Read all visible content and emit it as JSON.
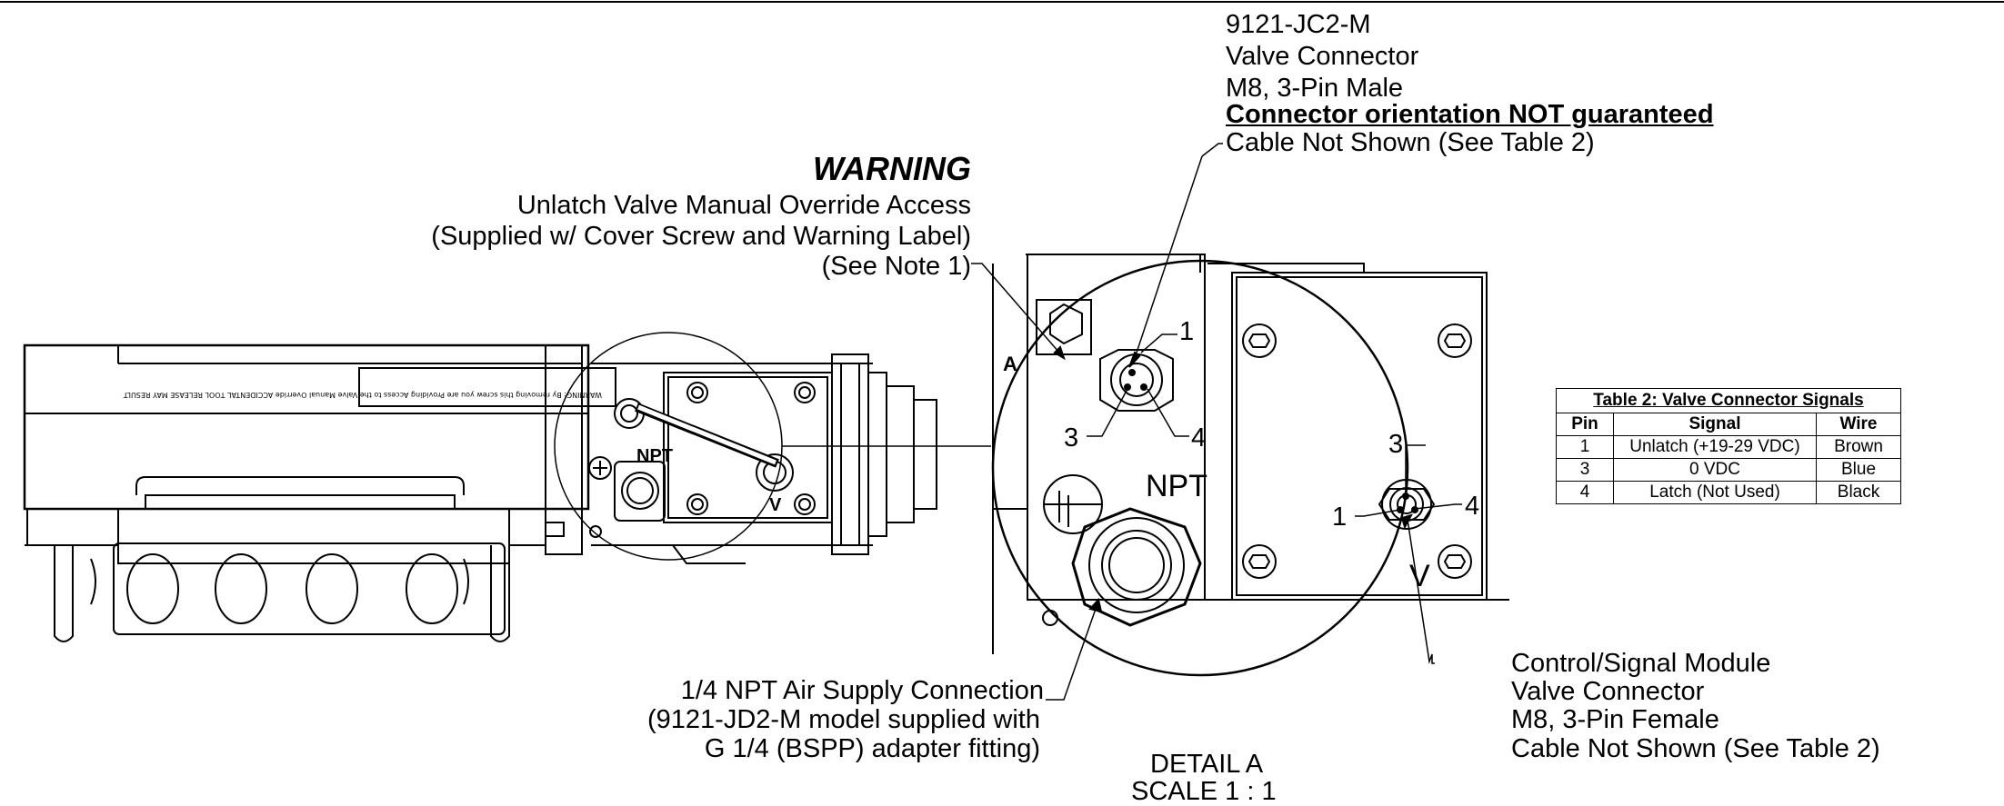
{
  "callouts": {
    "valve_connector": {
      "model": "9121-JC2-M",
      "name": "Valve Connector",
      "spec": "M8, 3-Pin Male",
      "orientation_warning": "Connector orientation NOT guaranteed",
      "cable_note": "Cable Not Shown (See Table 2)"
    },
    "warning": {
      "title": "WARNING",
      "line1": "Unlatch Valve Manual Override Access",
      "line2": "(Supplied w/ Cover Screw and Warning Label)",
      "line3": "(See Note 1)"
    },
    "air_supply": {
      "line1": "1/4 NPT Air Supply Connection",
      "line2": "(9121-JD2-M model supplied with",
      "line3": "G 1/4 (BSPP) adapter fitting)"
    },
    "control_module": {
      "line1": "Control/Signal Module",
      "line2": "Valve Connector",
      "line3": "M8, 3-Pin Female",
      "line4": "Cable Not Shown (See Table 2)"
    },
    "detail": {
      "title": "DETAIL A",
      "scale": "SCALE 1 : 1"
    }
  },
  "pin_labels": {
    "male": [
      "1",
      "3",
      "4"
    ],
    "female": [
      "3",
      "1",
      "4"
    ]
  },
  "part_markings": {
    "npt_small": "NPT",
    "npt_large": "NPT",
    "v_small": "V",
    "v_large": "V",
    "detail_letter": "A",
    "warning_label": "WARNING: By removing this screw you are Providing Access to the Valve Manual Override ACCIDENTAL TOOL RELEASE MAY RESULT"
  },
  "table2": {
    "title": "Table 2: Valve Connector Signals",
    "headers": [
      "Pin",
      "Signal",
      "Wire"
    ],
    "rows": [
      [
        "1",
        "Unlatch (+19-29 VDC)",
        "Brown"
      ],
      [
        "3",
        "0 VDC",
        "Blue"
      ],
      [
        "4",
        "Latch (Not Used)",
        "Black"
      ]
    ]
  },
  "colors": {
    "line": "#000000",
    "background": "#ffffff"
  }
}
